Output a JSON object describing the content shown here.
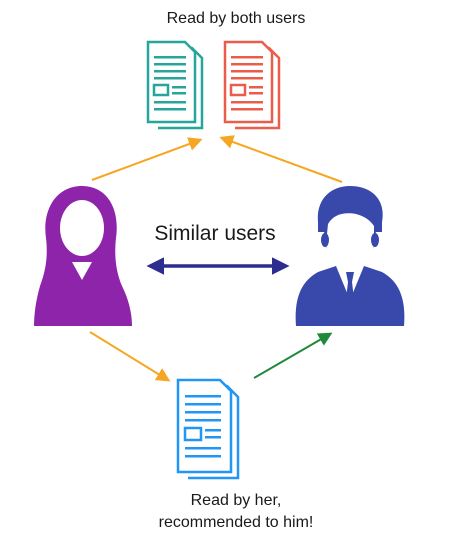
{
  "captions": {
    "top": "Read by both users",
    "center": "Similar users",
    "bottom_line1": "Read by her,",
    "bottom_line2": "recommended to him!"
  },
  "colors": {
    "woman": "#8e24aa",
    "man": "#3948ab",
    "doc_teal": "#26a69a",
    "doc_red": "#e95d4a",
    "doc_blue": "#2196f3",
    "arrow_orange": "#f5a623",
    "arrow_green": "#1e8a3a",
    "arrow_navy": "#2c2d8f"
  },
  "icons": {
    "woman": "woman-user-icon",
    "man": "man-user-icon",
    "documents": "document-icon"
  }
}
